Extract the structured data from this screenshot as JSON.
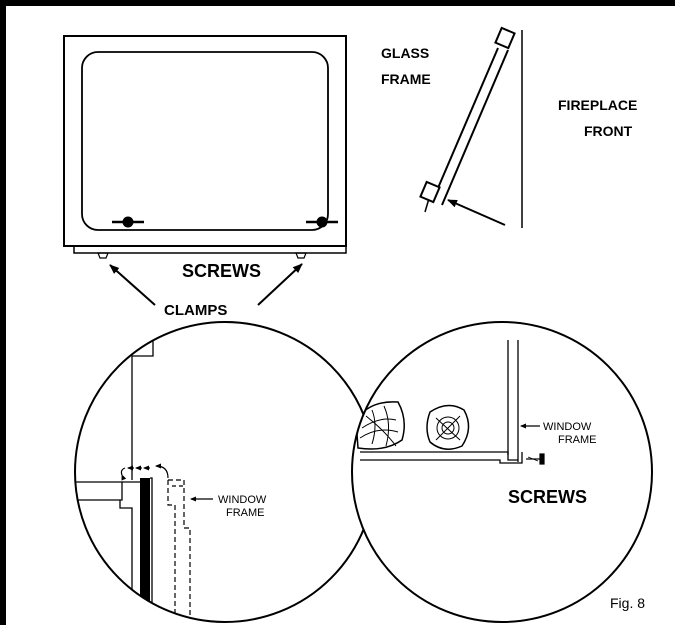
{
  "labels": {
    "glass_frame_1": "GLASS",
    "glass_frame_2": "FRAME",
    "fireplace_front_1": "FIREPLACE",
    "fireplace_front_2": "FRONT",
    "screws_top": "SCREWS",
    "clamps": "CLAMPS",
    "window_frame_left_1": "WINDOW",
    "window_frame_left_2": "FRAME",
    "window_frame_right_1": "WINDOW",
    "window_frame_right_2": "FRAME",
    "screws_right": "SCREWS",
    "figure": "Fig. 8"
  }
}
